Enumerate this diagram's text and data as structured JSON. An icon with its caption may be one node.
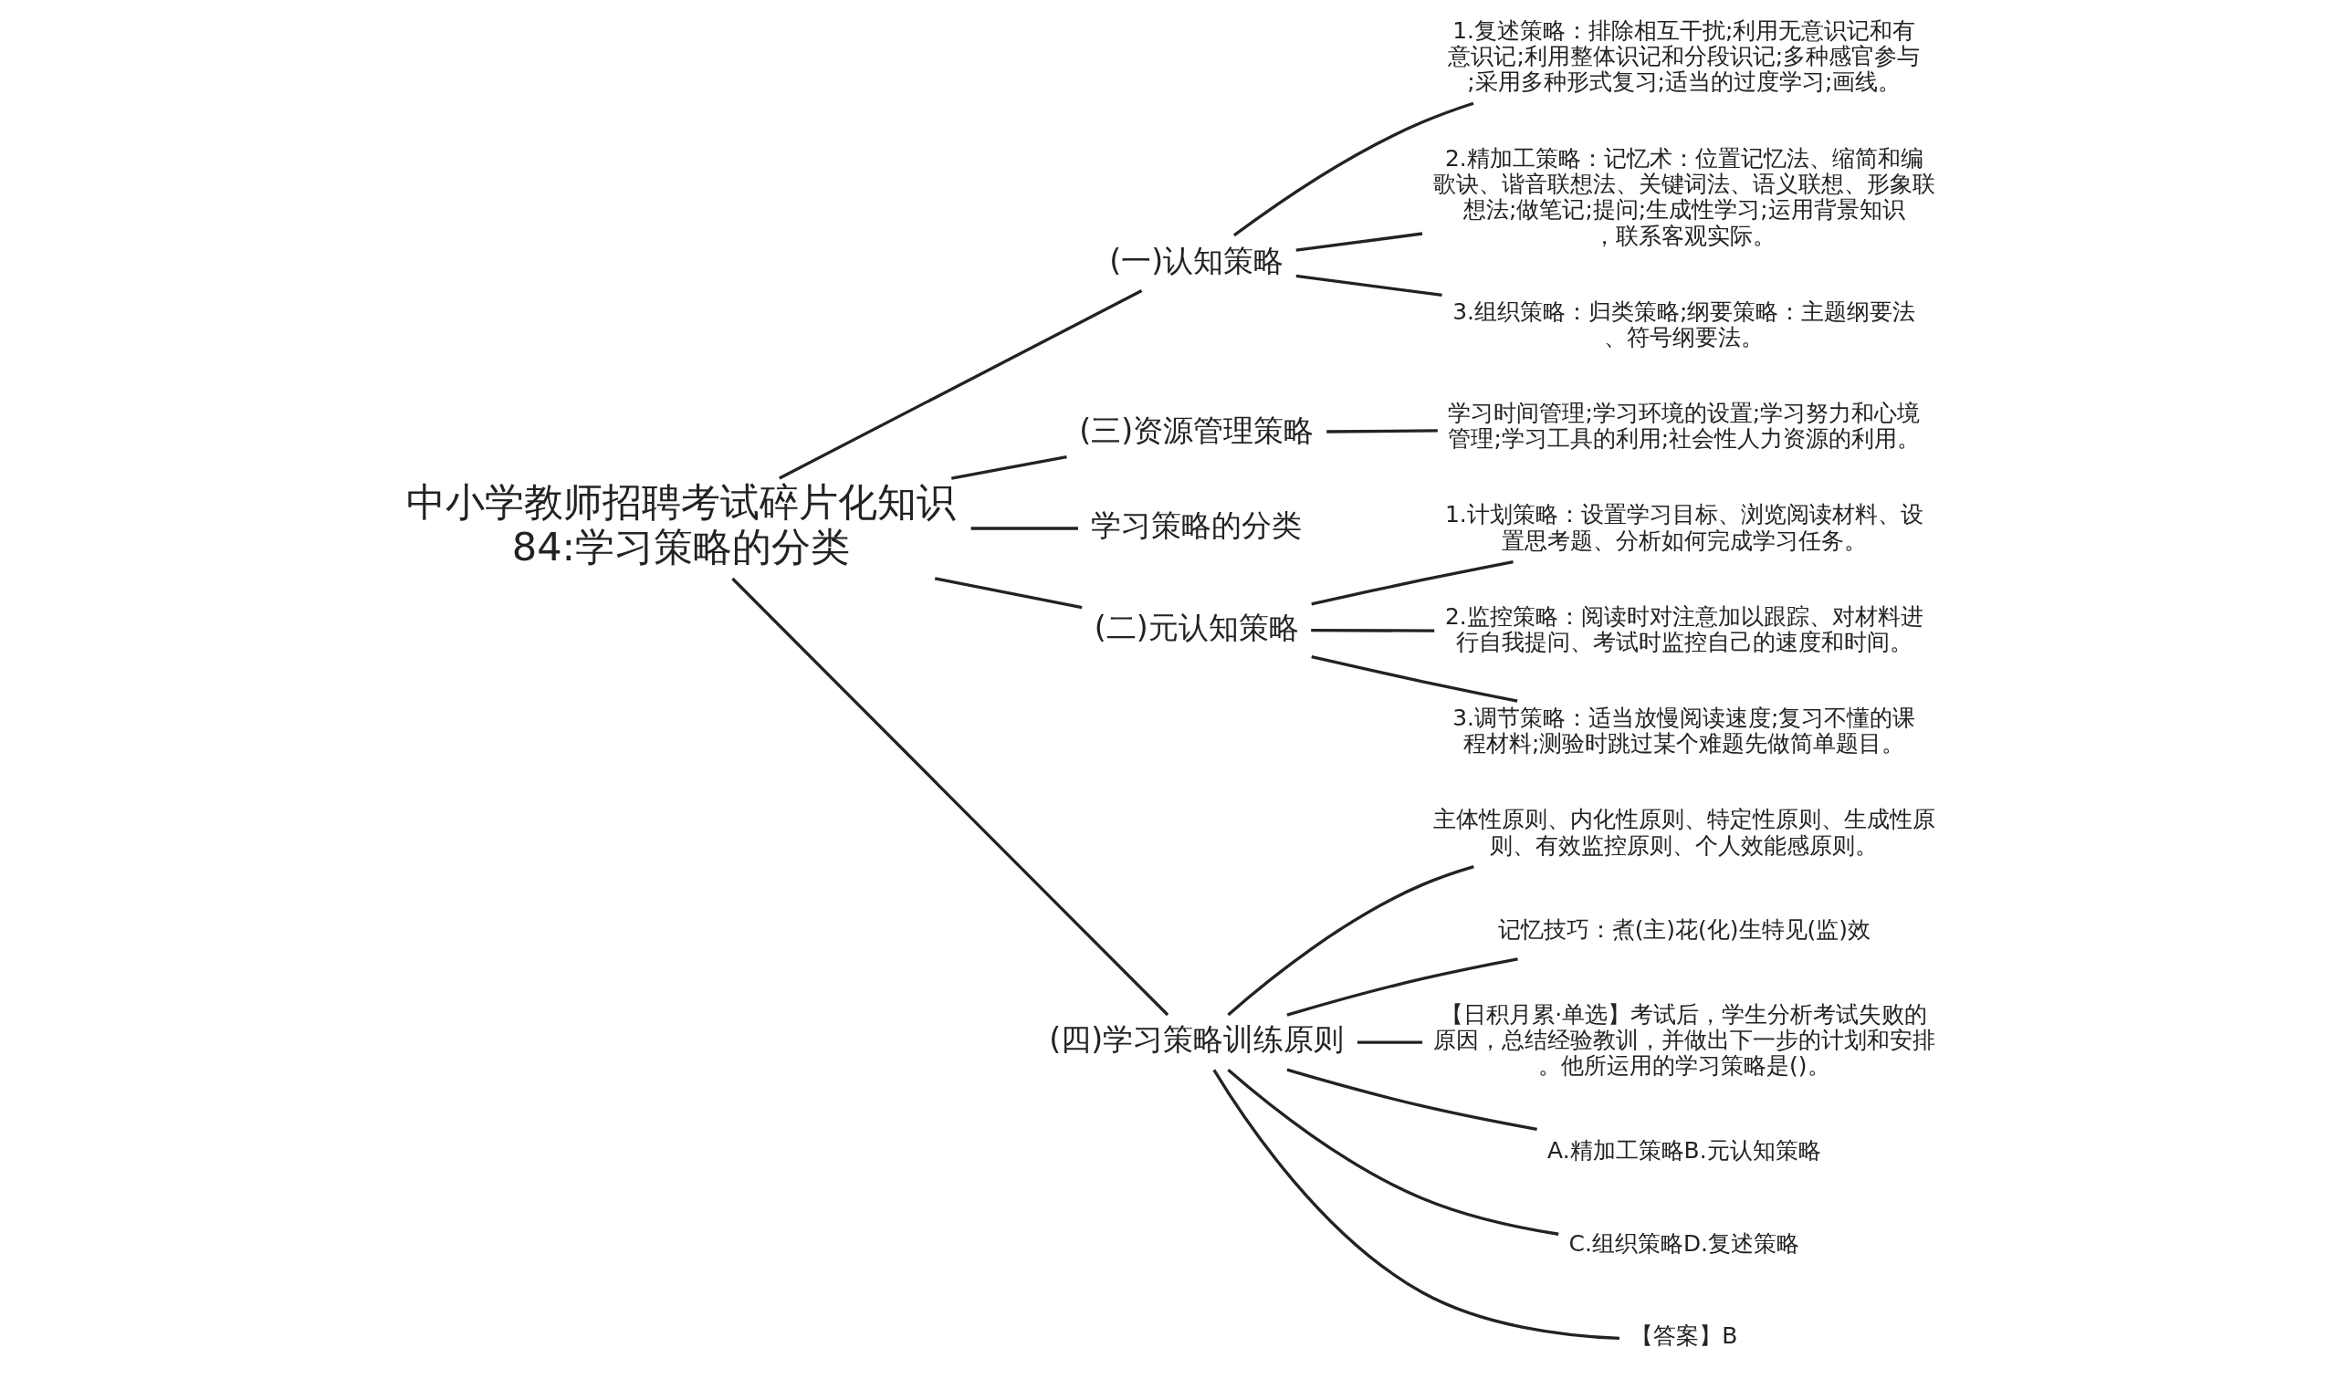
{
  "diagram": {
    "nodes": [
      {
        "text": [
          "中小学教师招聘考试碎片化知识84:学习策略的分类"
        ]
      },
      {
        "text": [
          "(一)认知策略"
        ]
      },
      {
        "text": [
          "1.复述策略：排除相互干扰;利用无意识记和有意识记;利用整体识记和分段识记;多种感官参与;采用多种形式复习;适当的过度学习;画线。"
        ]
      },
      {
        "text": [
          "2.精加工策略：记忆术：位置记忆法、缩简和编歌诀、谐音联想法、关键词法、语义联想、形象联想法;做笔记;提问;生成性学习;运用背景知识，联系客观实际。"
        ]
      },
      {
        "text": [
          "3.组织策略：归类策略;纲要策略：主题纲要法、符号纲要法。"
        ]
      },
      {
        "text": [
          "(三)资源管理策略"
        ]
      },
      {
        "text": [
          "学习时间管理;学习环境的设置;学习努力和心境管理;学习工具的利用;社会性人力资源的利用。"
        ]
      },
      {
        "text": [
          "学习策略的分类"
        ]
      },
      {
        "text": [
          "(二)元认知策略"
        ]
      },
      {
        "text": [
          "1.计划策略：设置学习目标、浏览阅读材料、设置思考题、分析如何完成学习任务。"
        ]
      },
      {
        "text": [
          "2.监控策略：阅读时对注意加以跟踪、对材料进行自我提问、考试时监控自己的速度和时间。"
        ]
      },
      {
        "text": [
          "3.调节策略：适当放慢阅读速度;复习不懂的课程材料;测验时跳过某个难题先做简单题目。"
        ]
      },
      {
        "text": [
          "(四)学习策略训练原则"
        ]
      },
      {
        "text": [
          "主体性原则、内化性原则、特定性原则、生成性原则、有效监控原则、个人效能感原则。"
        ]
      },
      {
        "text": [
          "记忆技巧：煮(主)花(化)生特见(监)效"
        ]
      },
      {
        "text": [
          "【日积月累·单选】考试后，学生分析考试失败的原因，总结经验教训，并做出下一步的计划和安排。他所运用的学习策略是()。"
        ]
      },
      {
        "text": [
          "A.精加工策略B.元认知策略"
        ]
      },
      {
        "text": [
          "C.组织策略D.复述策略"
        ]
      },
      {
        "text": [
          "【答案】B"
        ]
      }
    ],
    "edges": [
      {
        "from": 0,
        "to": 1,
        "arrow": "none"
      },
      {
        "from": 1,
        "to": 2,
        "arrow": "none"
      },
      {
        "from": 1,
        "to": 3,
        "arrow": "none"
      },
      {
        "from": 1,
        "to": 4,
        "arrow": "none"
      },
      {
        "from": 0,
        "to": 5,
        "arrow": "none"
      },
      {
        "from": 5,
        "to": 6,
        "arrow": "none"
      },
      {
        "from": 0,
        "to": 7,
        "arrow": "none"
      },
      {
        "from": 0,
        "to": 8,
        "arrow": "none"
      },
      {
        "from": 8,
        "to": 9,
        "arrow": "none"
      },
      {
        "from": 8,
        "to": 10,
        "arrow": "none"
      },
      {
        "from": 8,
        "to": 11,
        "arrow": "none"
      },
      {
        "from": 0,
        "to": 12,
        "arrow": "none"
      },
      {
        "from": 12,
        "to": 13,
        "arrow": "none"
      },
      {
        "from": 12,
        "to": 14,
        "arrow": "none"
      },
      {
        "from": 12,
        "to": 15,
        "arrow": "none"
      },
      {
        "from": 12,
        "to": 16,
        "arrow": "none"
      },
      {
        "from": 12,
        "to": 17,
        "arrow": "none"
      },
      {
        "from": 12,
        "to": 18,
        "arrow": "none"
      }
    ]
  }
}
